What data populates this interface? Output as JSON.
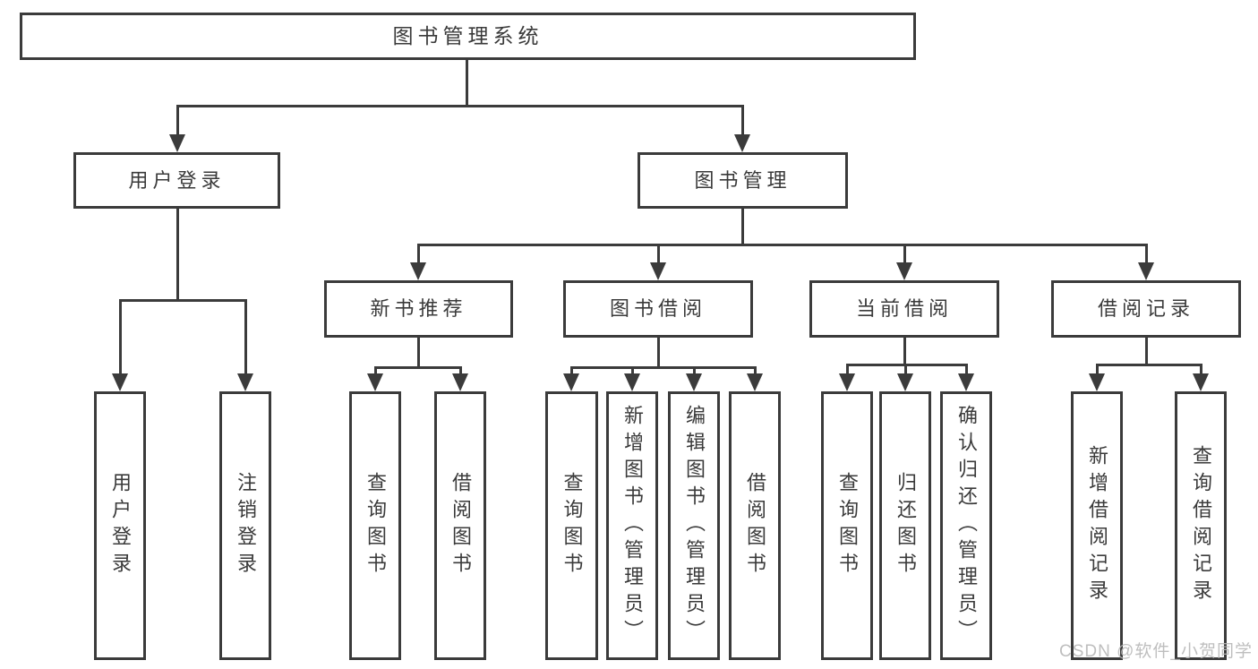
{
  "tree": {
    "root": {
      "label": "图书管理系统"
    },
    "branches": [
      {
        "label": "用户登录",
        "children": [
          {
            "label": "用户登录"
          },
          {
            "label": "注销登录"
          }
        ]
      },
      {
        "label": "图书管理",
        "groups": [
          {
            "label": "新书推荐",
            "children": [
              {
                "label": "查询图书"
              },
              {
                "label": "借阅图书"
              }
            ]
          },
          {
            "label": "图书借阅",
            "children": [
              {
                "label": "查询图书"
              },
              {
                "label": "新增图书（管理员）"
              },
              {
                "label": "编辑图书（管理员）"
              },
              {
                "label": "借阅图书"
              }
            ]
          },
          {
            "label": "当前借阅",
            "children": [
              {
                "label": "查询图书"
              },
              {
                "label": "归还图书"
              },
              {
                "label": "确认归还（管理员）"
              }
            ]
          },
          {
            "label": "借阅记录",
            "children": [
              {
                "label": "新增借阅记录"
              },
              {
                "label": "查询借阅记录"
              }
            ]
          }
        ]
      }
    ]
  },
  "watermark": "CSDN @软件_小贺同学",
  "colors": {
    "line": "#3b3b3b",
    "text": "#3a3a3a",
    "watermark": "#b8b8b8",
    "background": "#ffffff"
  }
}
